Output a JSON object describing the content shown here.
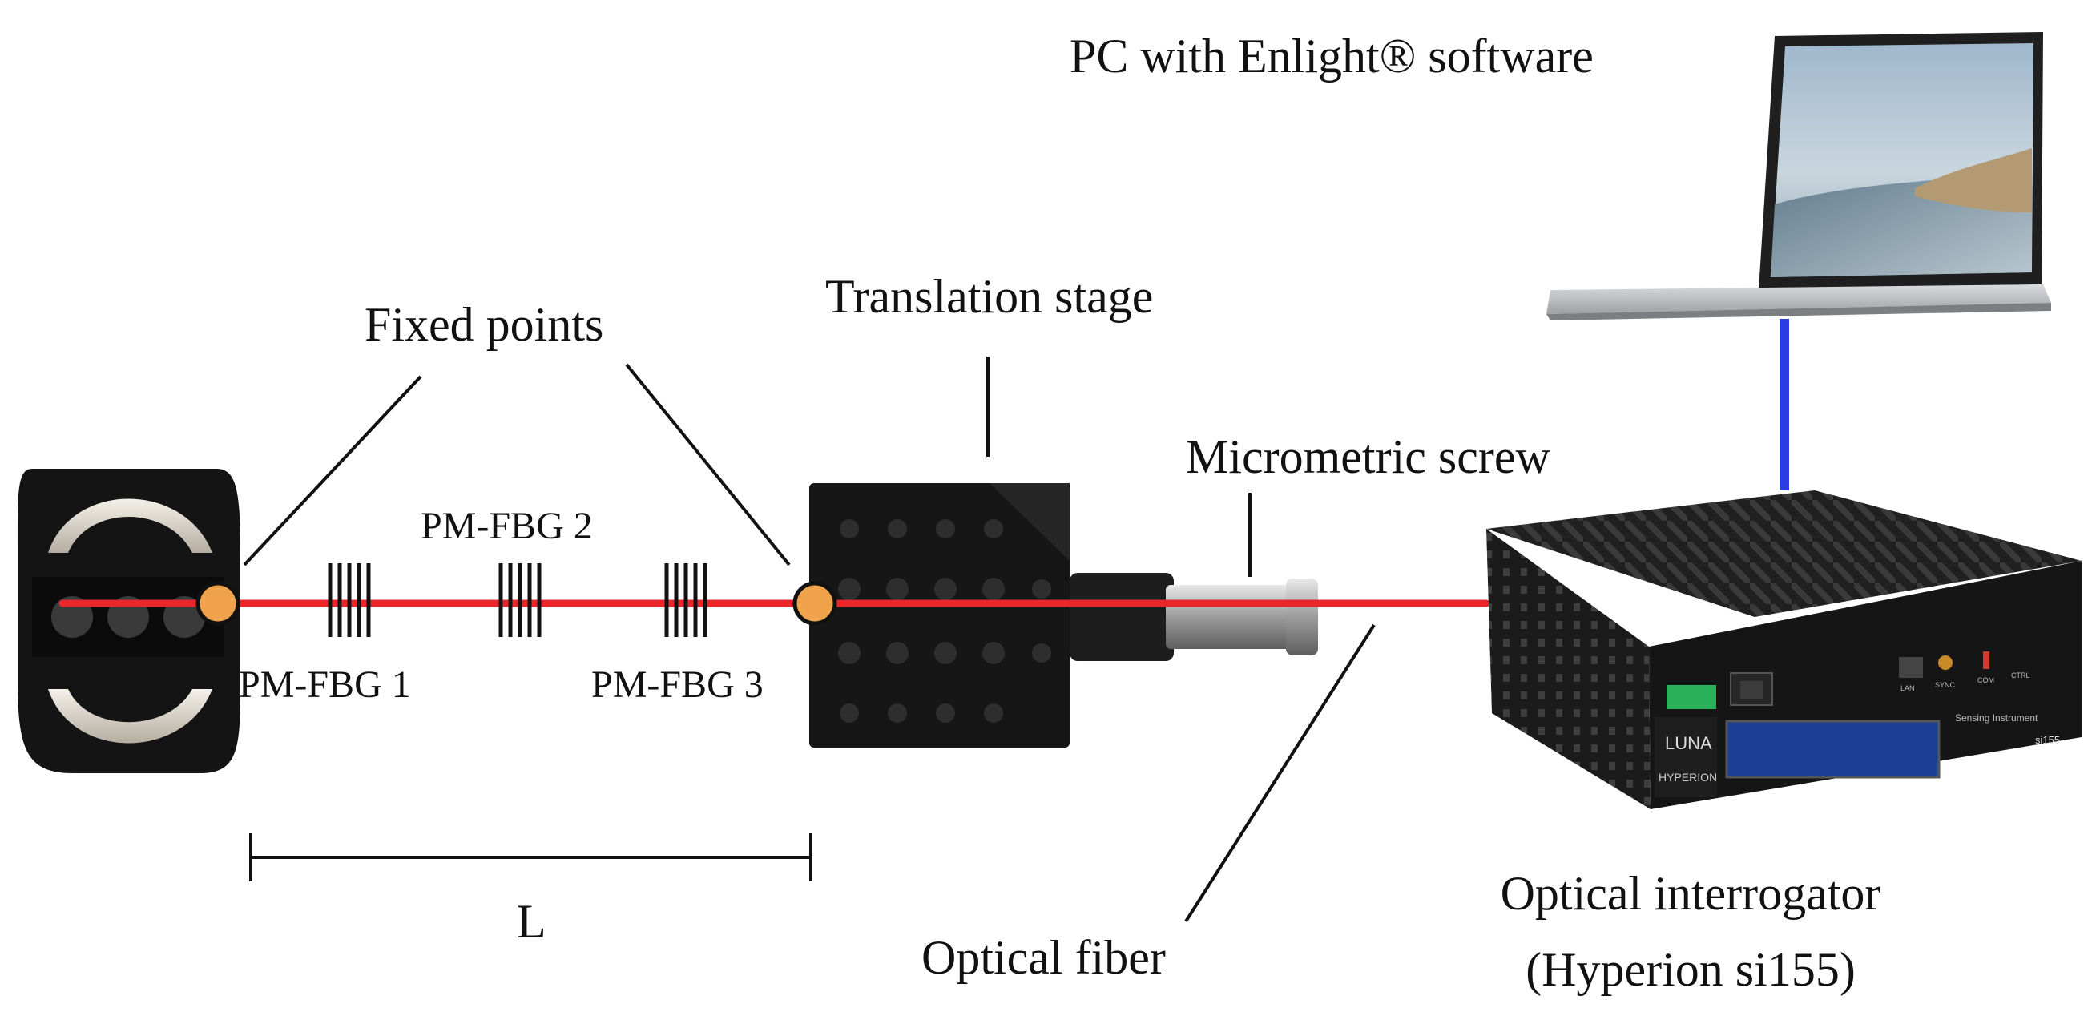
{
  "labels": {
    "pc": "PC with Enlight® software",
    "fixed_points": "Fixed points",
    "translation_stage": "Translation stage",
    "micrometric_screw": "Micrometric screw",
    "pm_fbg_1": "PM-FBG 1",
    "pm_fbg_2": "PM-FBG 2",
    "pm_fbg_3": "PM-FBG 3",
    "length": "L",
    "optical_fiber": "Optical fiber",
    "interrogator_line1": "Optical interrogator",
    "interrogator_line2": "(Hyperion si155)"
  },
  "device_text": {
    "brand": "LUNA",
    "model": "HYPERION",
    "panel_text": "Sensing Instrument",
    "model_code": "si155",
    "port_lan": "LAN",
    "port_sync": "SYNC",
    "port_com": "COM",
    "port_ctrl": "CTRL"
  },
  "colors": {
    "fiber": "#e8262b",
    "fixed_point": "#f0a34a",
    "link": "#2b3de0",
    "hardware": "#1a1a1a",
    "lcd": "#1c3f96"
  }
}
